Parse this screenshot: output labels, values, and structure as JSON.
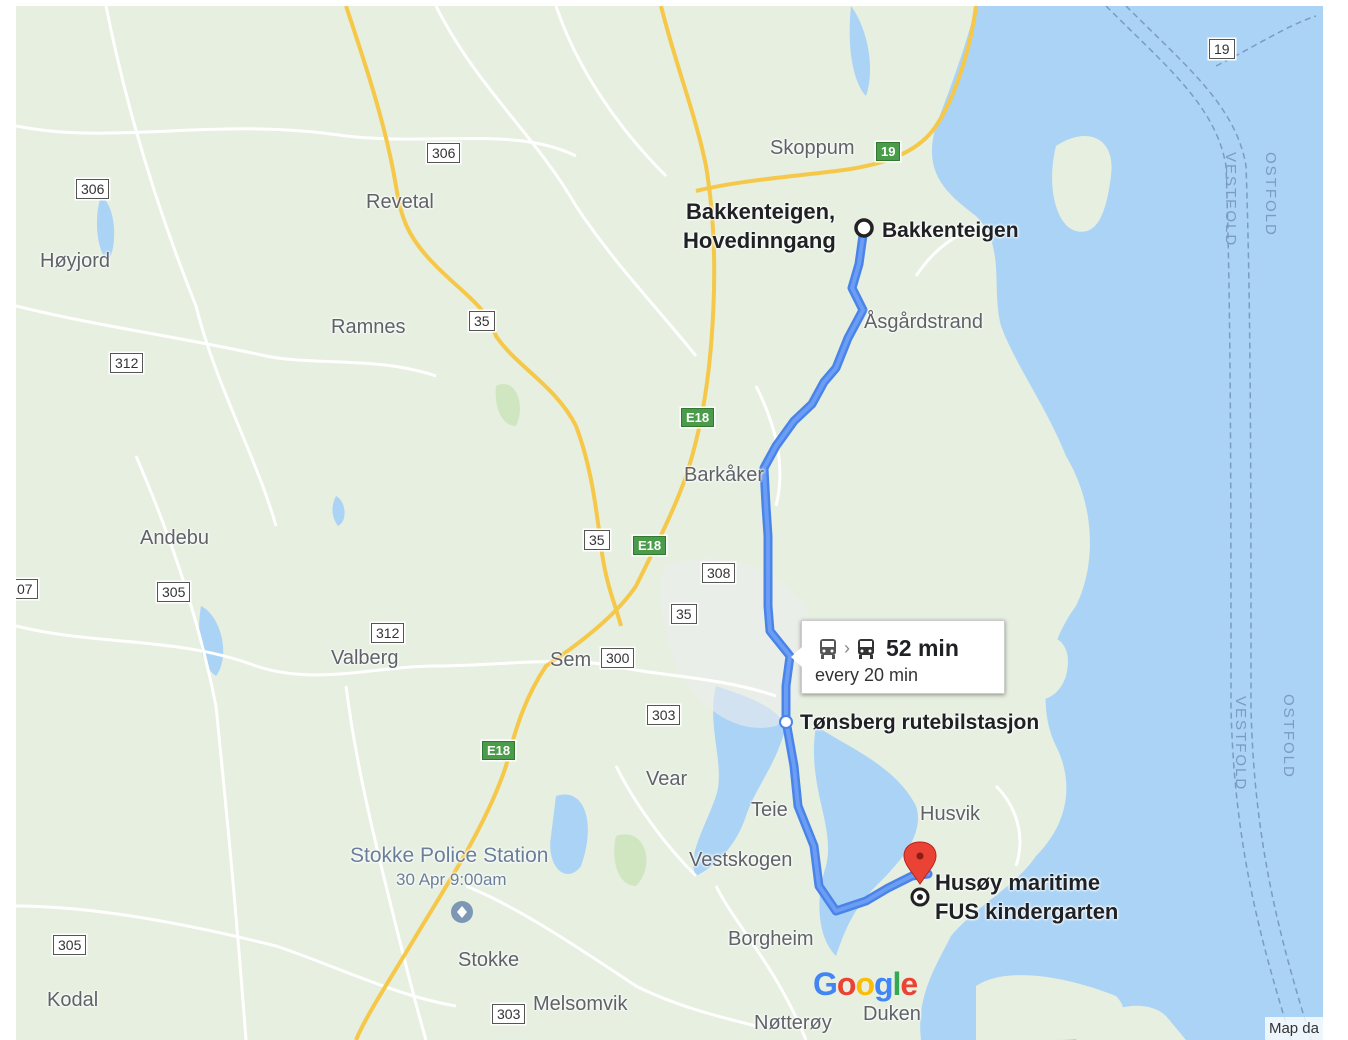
{
  "map": {
    "colors": {
      "land": "#e6efe0",
      "water": "#aad3f5",
      "route": "#4a84e8",
      "highway": "#f5c84a",
      "road": "#ffffff"
    },
    "places": {
      "skoppum": "Skoppum",
      "revetal": "Revetal",
      "hoyjord": "Høyjord",
      "ramnes": "Ramnes",
      "asgardstrand": "Åsgårdstrand",
      "barkaker": "Barkåker",
      "andebu": "Andebu",
      "valberg": "Valberg",
      "sem": "Sem",
      "vear": "Vear",
      "teie": "Teie",
      "husvik": "Husvik",
      "vestskogen": "Vestskogen",
      "borgheim": "Borgheim",
      "stokke": "Stokke",
      "kodal": "Kodal",
      "melsomvik": "Melsomvik",
      "notteroy": "Nøtterøy",
      "duken": "Duken"
    },
    "pois": {
      "origin_left_1": "Bakkenteigen,",
      "origin_left_2": "Hovedinngang",
      "origin_right": "Bakkenteigen",
      "transfer": "Tønsberg rutebilstasjon",
      "dest_1": "Husøy maritime",
      "dest_2": "FUS kindergarten",
      "police_name": "Stokke Police Station",
      "police_time": "30 Apr 9:00am"
    },
    "sea_labels": {
      "vestfold": "VESTFOLD",
      "ostfold": "OSTFOLD"
    },
    "shields": {
      "r19a": "19",
      "r19b": "19",
      "r306a": "306",
      "r306b": "306",
      "r35a": "35",
      "r35b": "35",
      "r35c": "35",
      "r312a": "312",
      "r312b": "312",
      "e18a": "E18",
      "e18b": "E18",
      "e18c": "E18",
      "r308": "308",
      "r300": "300",
      "r303a": "303",
      "r303b": "303",
      "r305a": "305",
      "r305b": "305",
      "r07": "07"
    },
    "logo": "Google",
    "attribution": "Map da"
  },
  "route_popup": {
    "duration": "52 min",
    "frequency": "every 20 min",
    "mode_icons": [
      "bus-icon",
      "bus-icon"
    ]
  }
}
